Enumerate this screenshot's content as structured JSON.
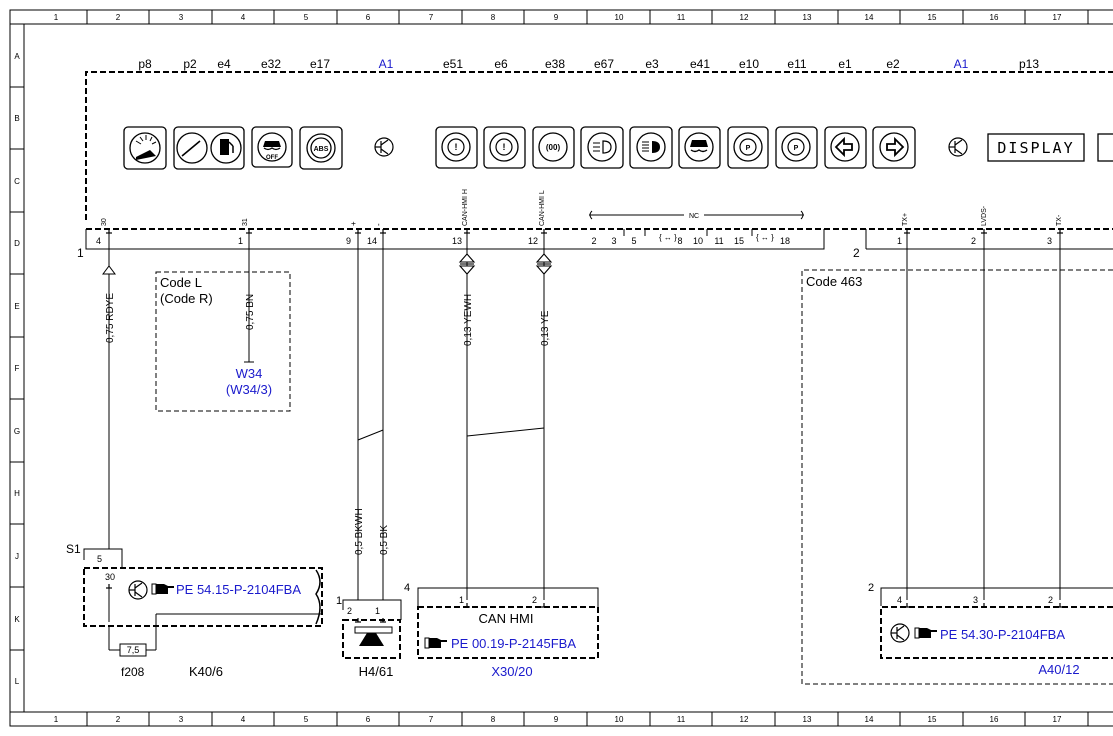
{
  "grid": {
    "columns": [
      "1",
      "2",
      "3",
      "4",
      "5",
      "6",
      "7",
      "8",
      "9",
      "10",
      "11",
      "12",
      "13",
      "14",
      "15",
      "16",
      "17"
    ],
    "rows": [
      "A",
      "B",
      "C",
      "D",
      "E",
      "F",
      "G",
      "H",
      "J",
      "K",
      "L"
    ]
  },
  "component_codes": [
    "p8",
    "p2",
    "e4",
    "e32",
    "e17",
    "A1",
    "e51",
    "e6",
    "e38",
    "e67",
    "e3",
    "e41",
    "e10",
    "e11",
    "e1",
    "e2",
    "A1",
    "p13"
  ],
  "display_text": "DISPLAY",
  "icons": {
    "gauge1": "tachometer-icon",
    "gauge2": "fuel-gauge-icon",
    "esp_off": "esp-off-icon",
    "abs": "abs-icon",
    "ident1": "component-ident-icon",
    "warn1": "warning-lamp-icon",
    "warn2": "brake-warning-icon",
    "parking": "parking-light-icon",
    "fog": "fog-light-icon",
    "highbeam": "high-beam-icon",
    "esp": "esp-icon",
    "p1": "park-brake-icon",
    "p2": "park-brake-icon",
    "left": "turn-left-icon",
    "right": "turn-right-icon",
    "ident2": "component-ident-icon"
  },
  "connector_labels": {
    "c30": "30",
    "c31": "31",
    "cplus": "+",
    "cminus": "-",
    "canh": "CAN-HMI H",
    "canl": "CAN-HMI L",
    "nc": "NC",
    "txp": "TX+",
    "lvds": "LVDS-",
    "txm": "TX-"
  },
  "pins": {
    "p4": "4",
    "p1": "1",
    "p9": "9",
    "p14": "14",
    "p13": "13",
    "p12": "12",
    "nc": [
      "2",
      "3",
      "5",
      "8",
      "10",
      "11",
      "15",
      "18"
    ],
    "p1b": "1",
    "p2b": "2",
    "p3b": "3",
    "conn1": "1",
    "conn2": "2"
  },
  "wires": {
    "w1": "0,75 RDYE",
    "w2": "0,75 BN",
    "w3": "0,13 YEWH",
    "w4": "0,13 YE",
    "w5": "0,5 BKWH",
    "w6": "0,5 BK"
  },
  "code_l": {
    "line1": "Code L",
    "line2": "(Code R)"
  },
  "w34": {
    "line1": "W34",
    "line2": "(W34/3)"
  },
  "code_463": "Code 463",
  "s1": {
    "label": "S1",
    "pin5": "5",
    "pin30": "30",
    "ref": "PE 54.15-P-2104FBA",
    "fuse_value": "7,5",
    "fuse": "f208",
    "name": "K40/6"
  },
  "h4": {
    "label": "1",
    "pin2": "2",
    "pin1": "1",
    "name": "H4/61"
  },
  "x30": {
    "label": "4",
    "pin1": "1",
    "pin2": "2",
    "title": "CAN HMI",
    "ref": "PE 00.19-P-2145FBA",
    "name": "X30/20"
  },
  "a40": {
    "label": "2",
    "pin4": "4",
    "pin3": "3",
    "pin2": "2",
    "ref": "PE 54.30-P-2104FBA",
    "name": "A40/12"
  }
}
